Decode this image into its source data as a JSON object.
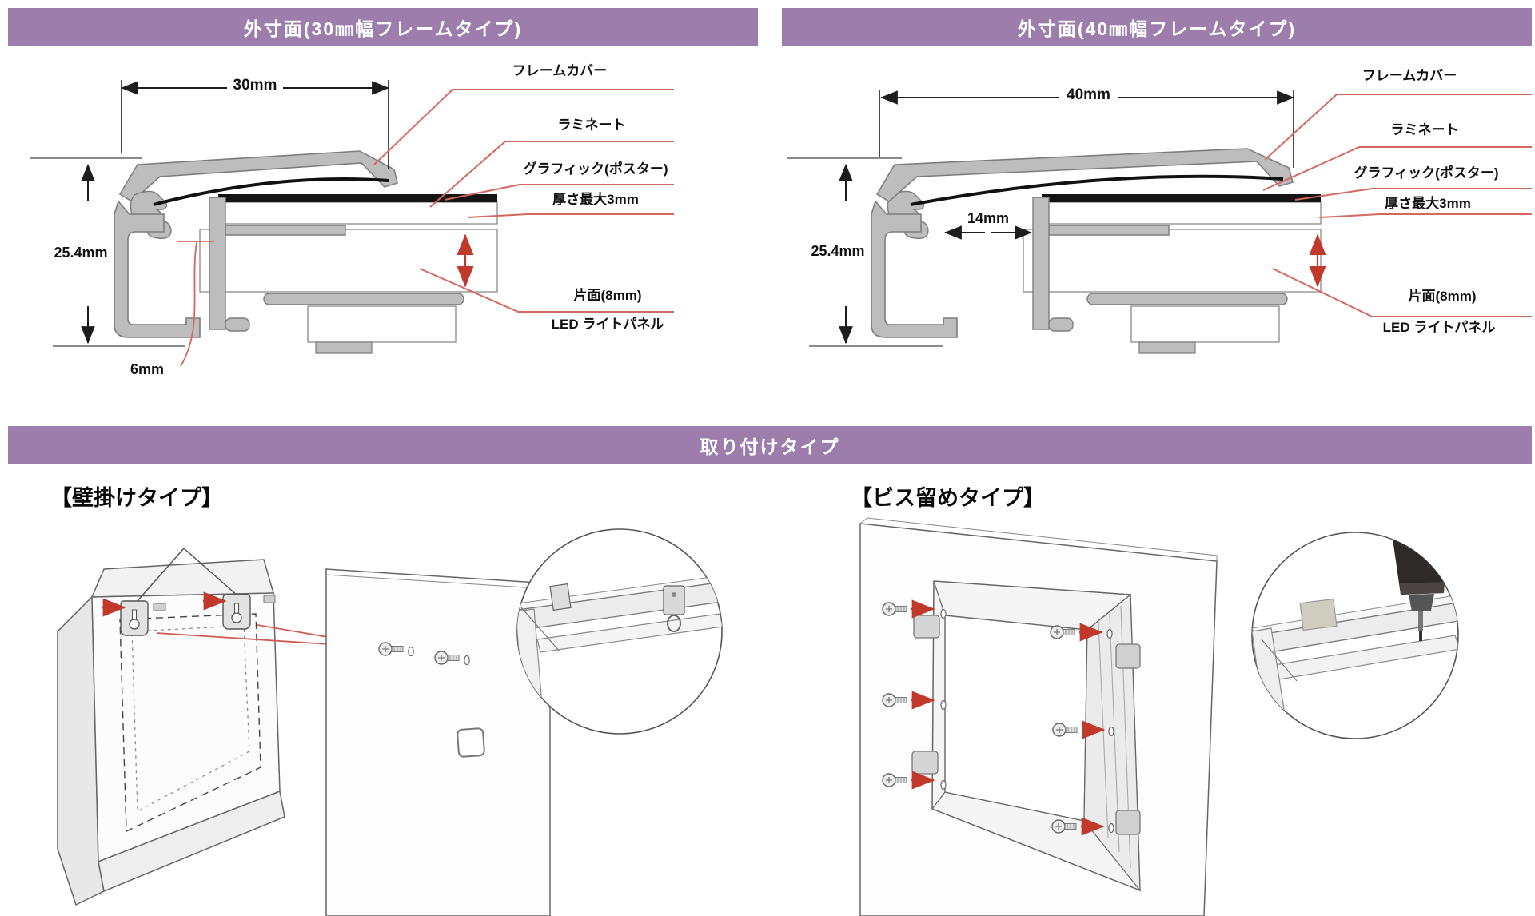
{
  "colors": {
    "banner_purple": "#9c7dac",
    "banner_text": "#ffffff",
    "leader_red": "#d4685f",
    "accent_red": "#c0392b",
    "profile_gray": "#bdbdbd",
    "line_dark": "#1d1d1d"
  },
  "banners": {
    "left": "外寸面(30㎜幅フレームタイプ)",
    "right": "外寸面(40㎜幅フレームタイプ)",
    "mount": "取り付けタイプ"
  },
  "diagram30": {
    "width_label": "30mm",
    "height_label": "25.4mm",
    "gap_label": "6mm",
    "labels": {
      "frame_cover": "フレームカバー",
      "laminate": "ラミネート",
      "graphic": "グラフィック(ポスター)",
      "max_thickness": "厚さ最大3mm",
      "single_side": "片面(8mm)",
      "led_panel": "LED ライトパネル"
    }
  },
  "diagram40": {
    "width_label": "40mm",
    "height_label": "25.4mm",
    "gap_label": "14mm",
    "labels": {
      "frame_cover": "フレームカバー",
      "laminate": "ラミネート",
      "graphic": "グラフィック(ポスター)",
      "max_thickness": "厚さ最大3mm",
      "single_side": "片面(8mm)",
      "led_panel": "LED ライトパネル"
    }
  },
  "mount_sections": {
    "wall_hang_title": "【壁掛けタイプ】",
    "screw_title": "【ビス留めタイプ】"
  }
}
